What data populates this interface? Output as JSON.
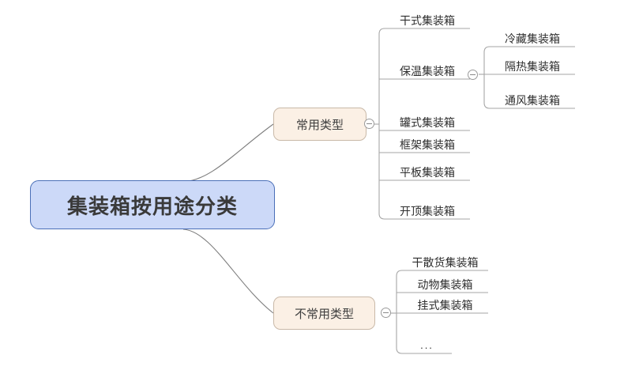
{
  "diagram": {
    "type": "mind-map",
    "title": "集装箱按用途分类",
    "background_color": "#ffffff",
    "root": {
      "label": "集装箱按用途分类",
      "fill_color": "#ccd9f8",
      "border_color": "#4a6fb8"
    },
    "branches": [
      {
        "id": "common",
        "label": "常用类型",
        "fill_color": "#fbf0e5",
        "border_color": "#c9b9a8",
        "toggle": "collapse-minus-icon",
        "children": [
          {
            "id": "dry",
            "label": "干式集装箱"
          },
          {
            "id": "insulated",
            "label": "保温集装箱",
            "toggle": "collapse-minus-icon",
            "children": [
              {
                "id": "reefer",
                "label": "冷藏集装箱"
              },
              {
                "id": "heat-insulated",
                "label": "隔热集装箱"
              },
              {
                "id": "ventilated",
                "label": "通风集装箱"
              }
            ]
          },
          {
            "id": "tank",
            "label": "罐式集装箱"
          },
          {
            "id": "frame",
            "label": "框架集装箱"
          },
          {
            "id": "platform",
            "label": "平板集装箱"
          },
          {
            "id": "open-top",
            "label": "开顶集装箱"
          }
        ]
      },
      {
        "id": "uncommon",
        "label": "不常用类型",
        "fill_color": "#fbf0e5",
        "border_color": "#c9b9a8",
        "toggle": "collapse-minus-icon",
        "children": [
          {
            "id": "dry-bulk",
            "label": "干散货集装箱"
          },
          {
            "id": "livestock",
            "label": "动物集装箱"
          },
          {
            "id": "hanger",
            "label": "挂式集装箱"
          },
          {
            "id": "more",
            "label": "..."
          }
        ]
      }
    ]
  }
}
